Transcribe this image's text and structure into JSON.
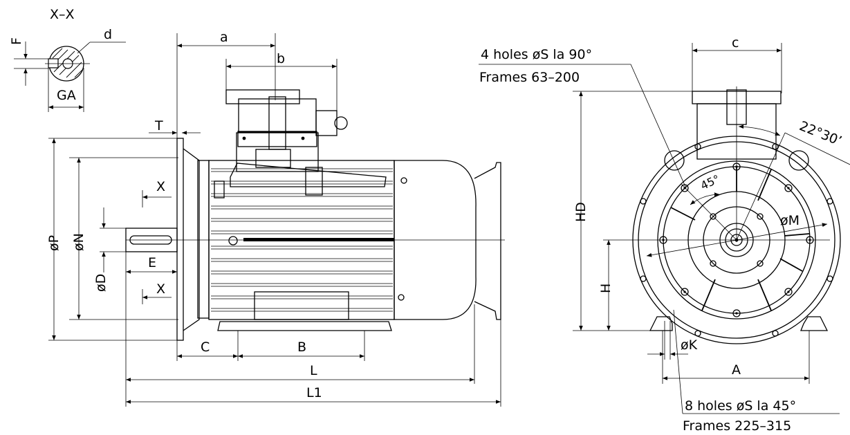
{
  "section": {
    "title": "X–X",
    "F": "F",
    "d": "d",
    "GA": "GA"
  },
  "dims": {
    "a": "a",
    "b": "b",
    "T": "T",
    "X": "X",
    "P": "øP",
    "N": "øN",
    "D": "øD",
    "E": "E",
    "C": "C",
    "B": "B",
    "L": "L",
    "L1": "L1",
    "c": "c",
    "HD": "HD",
    "H": "H",
    "M": "øM",
    "K": "øK",
    "A": "A",
    "angle45": "45°",
    "angle22": "22°30’"
  },
  "notes": {
    "holes4": "4  holes  øS  la  90°",
    "frames63": "Frames  63–200",
    "holes8": "8  holes  øS la  45°",
    "frames225": "Frames  225–315"
  }
}
